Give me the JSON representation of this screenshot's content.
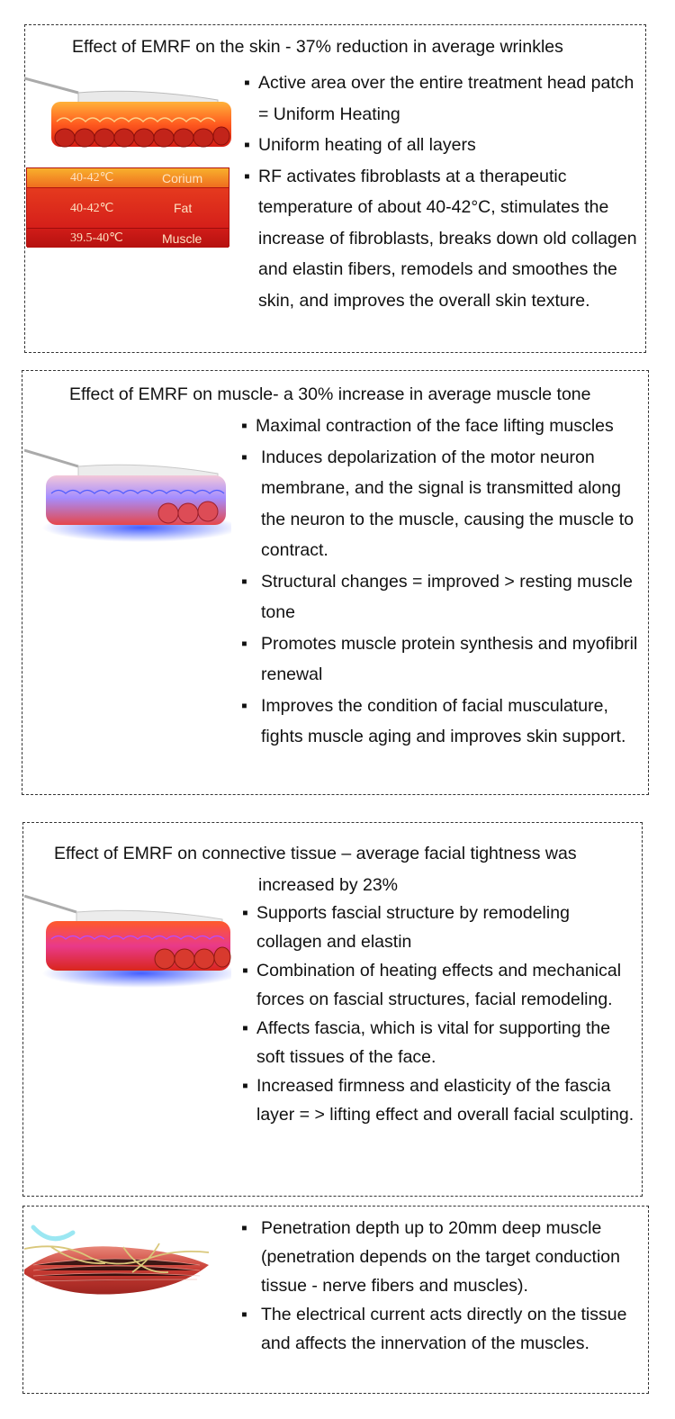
{
  "sections": [
    {
      "title": "Effect of EMRF on the skin - 37% reduction in average wrinkles",
      "bullets": [
        "Active area over the entire treatment head patch = Uniform Heating",
        "Uniform heating of all layers",
        "RF activates fibroblasts at a therapeutic temperature of about 40-42°C, stimulates the increase of fibroblasts, breaks down old collagen and elastin fibers, remodels and smoothes the skin, and improves the overall skin texture."
      ],
      "layers": [
        {
          "temp": "40-42℃",
          "name": "Corium"
        },
        {
          "temp": "40-42℃",
          "name": "Fat"
        },
        {
          "temp": "39.5-40℃",
          "name": "Muscle"
        }
      ]
    },
    {
      "title": "Effect of EMRF on muscle- a 30% increase in average muscle tone",
      "bullets": [
        "Maximal contraction of the face lifting muscles",
        "Induces depolarization of the motor neuron membrane, and the signal is transmitted along the neuron to the muscle, causing the muscle to contract.",
        "Structural changes = improved > resting muscle tone",
        "Promotes muscle protein synthesis and myofibril renewal",
        "Improves the condition of facial musculature, fights muscle aging and improves skin support."
      ]
    },
    {
      "title_line1": "Effect of EMRF on connective tissue – average facial tightness was",
      "title_line2": "increased by 23%",
      "bullets": [
        "Supports fascial structure by remodeling collagen and elastin",
        "Combination of heating effects and mechanical forces on fascial structures, facial remodeling.",
        "Affects fascia, which is vital for supporting the soft tissues of the face.",
        "Increased firmness and elasticity of the fascia layer = > lifting effect and overall facial sculpting."
      ]
    },
    {
      "bullets": [
        "Penetration depth up to 20mm deep muscle (penetration depends on the target conduction tissue - nerve fibers and muscles).",
        "The electrical current acts directly on the tissue and affects the innervation of the muscles."
      ]
    }
  ],
  "bullet_char": "▪",
  "colors": {
    "heat_top": "#f6a21a",
    "heat_mid": "#e8281d",
    "heat_dark": "#c9141a",
    "pulse_blue": "#2f4cff",
    "muscle_red": "#c63a32"
  }
}
